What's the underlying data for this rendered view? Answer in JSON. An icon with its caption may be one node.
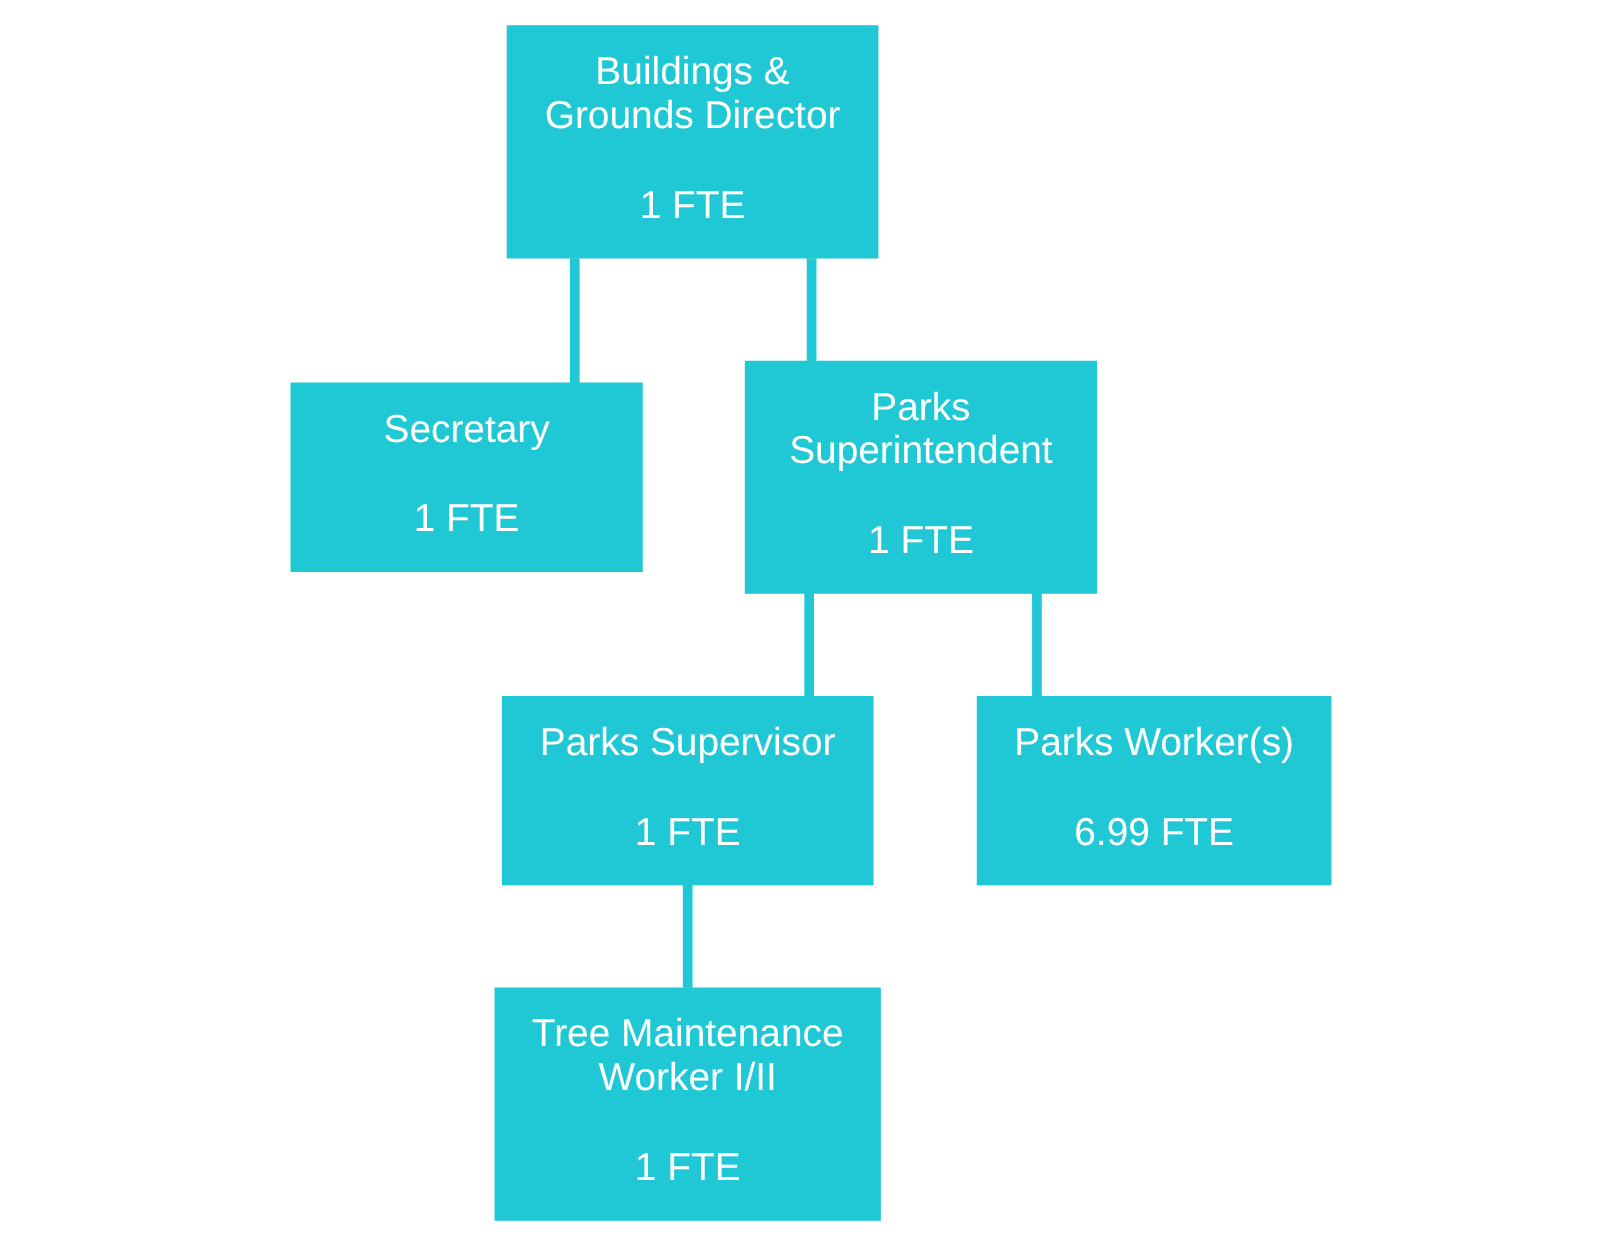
{
  "diagram": {
    "nodes": [
      {
        "text": [
          "Buildings & Grounds Director",
          "1 FTE"
        ]
      },
      {
        "text": [
          "Secretary",
          "1 FTE"
        ]
      },
      {
        "text": [
          "Parks Superintendent",
          "1 FTE"
        ]
      },
      {
        "text": [
          "Parks Supervisor",
          "1 FTE"
        ]
      },
      {
        "text": [
          "Parks Worker(s)",
          "6.99 FTE"
        ]
      },
      {
        "text": [
          "Tree Maintenance Worker I/II",
          "1 FTE"
        ]
      }
    ],
    "edges": [
      {
        "from": 0,
        "to": 1,
        "arrow": "none"
      },
      {
        "from": 0,
        "to": 2,
        "arrow": "none"
      },
      {
        "from": 2,
        "to": 3,
        "arrow": "none"
      },
      {
        "from": 2,
        "to": 4,
        "arrow": "none"
      },
      {
        "from": 3,
        "to": 5,
        "arrow": "none"
      }
    ]
  }
}
